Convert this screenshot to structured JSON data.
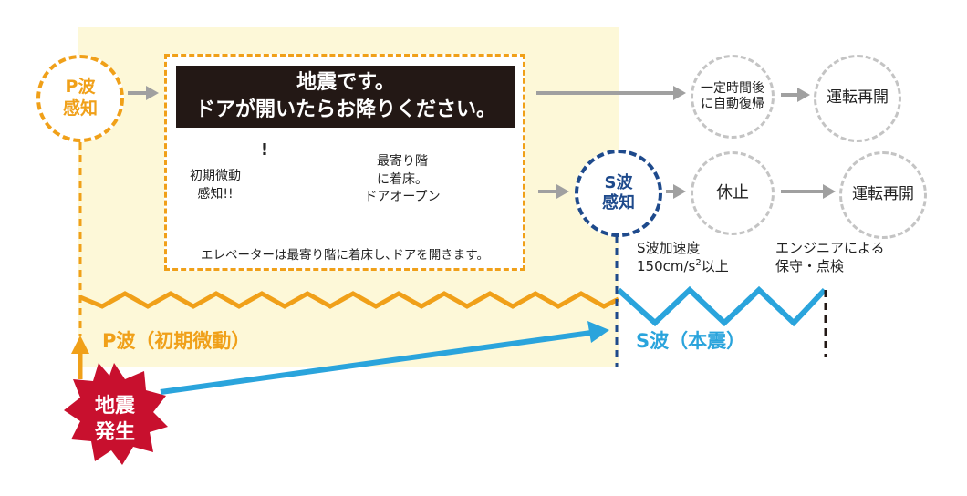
{
  "p_wave_detect": "P波\n感知",
  "s_wave_detect": "S波\n感知",
  "announcement": {
    "line1": "地震です。",
    "line2": "ドアが開いたらお降りください。"
  },
  "initial_motion_detect": "初期微動\n感知!!",
  "exclamation": "!",
  "nearest_floor_stop": "最寄り階\nに着床。\nドアオープン",
  "elevator_caption": "エレベーターは最寄り階に着床し､ドアを開きます。",
  "auto_recovery": "一定時間後\nに自動復帰",
  "resume_operation_1": "運転再開",
  "pause": "休止",
  "resume_operation_2": "運転再開",
  "s_wave_accel": "S波加速度",
  "s_wave_threshold_value": "150cm/s",
  "s_wave_threshold_exp": "2",
  "s_wave_threshold_suffix": "以上",
  "engineer_maintenance": "エンジニアによる\n保守・点検",
  "p_wave_label": "P波（初期微動）",
  "s_wave_label": "S波（本震）",
  "earthquake_occurs": "地震\n発生",
  "colors": {
    "p_wave": "#f0a019",
    "s_wave": "#2aa4dc",
    "s_detect": "#1e4a8c",
    "quake": "#c8102e",
    "zone": "#fdf8d8",
    "gray_arrow": "#a0a0a0"
  }
}
